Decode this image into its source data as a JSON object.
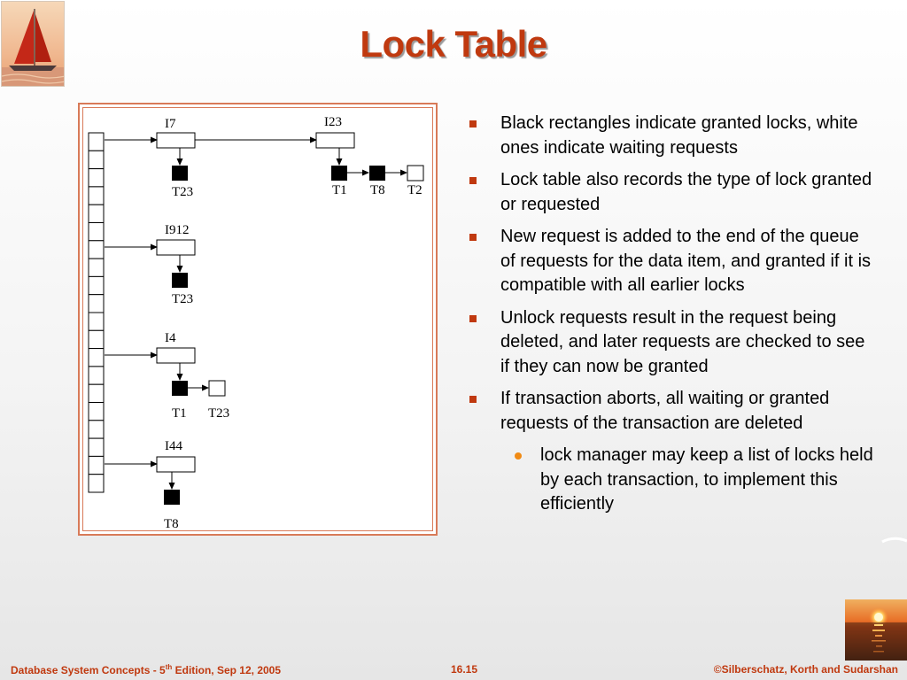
{
  "title": "Lock Table",
  "diagram": {
    "items": [
      {
        "label": "I7",
        "requests": [
          {
            "tx": "T23",
            "status": "granted"
          }
        ]
      },
      {
        "label": "I23",
        "requests": [
          {
            "tx": "T1",
            "status": "granted"
          },
          {
            "tx": "T8",
            "status": "granted"
          },
          {
            "tx": "T2",
            "status": "waiting"
          }
        ]
      },
      {
        "label": "I912",
        "requests": [
          {
            "tx": "T23",
            "status": "granted"
          }
        ]
      },
      {
        "label": "I4",
        "requests": [
          {
            "tx": "T1",
            "status": "granted"
          },
          {
            "tx": "T23",
            "status": "waiting"
          }
        ]
      },
      {
        "label": "I44",
        "requests": [
          {
            "tx": "T8",
            "status": "granted"
          }
        ]
      }
    ]
  },
  "bullets": [
    "Black rectangles indicate granted locks, white ones indicate waiting requests",
    "Lock table also records the type of lock granted or requested",
    "New request is added to the end of the queue of requests for the data item, and granted if it is compatible with all earlier locks",
    "Unlock requests result in the request being deleted, and later requests are checked to see if they can now be granted",
    "If transaction aborts, all waiting or granted requests of the transaction are deleted"
  ],
  "sub_bullets": [
    "lock manager may keep a list of locks held by each transaction, to implement this efficiently"
  ],
  "footer": {
    "left_prefix": "Database System Concepts - 5",
    "left_sup": "th",
    "left_suffix": " Edition, Sep 12, 2005",
    "center": "16.15",
    "right": "©Silberschatz, Korth and Sudarshan"
  },
  "colors": {
    "accent": "#c0390f",
    "frame": "#d87a58",
    "sub_bullet": "#f08a14"
  },
  "icons": {
    "logo": "sailboat-image",
    "bottom_right": "sunset-image"
  }
}
